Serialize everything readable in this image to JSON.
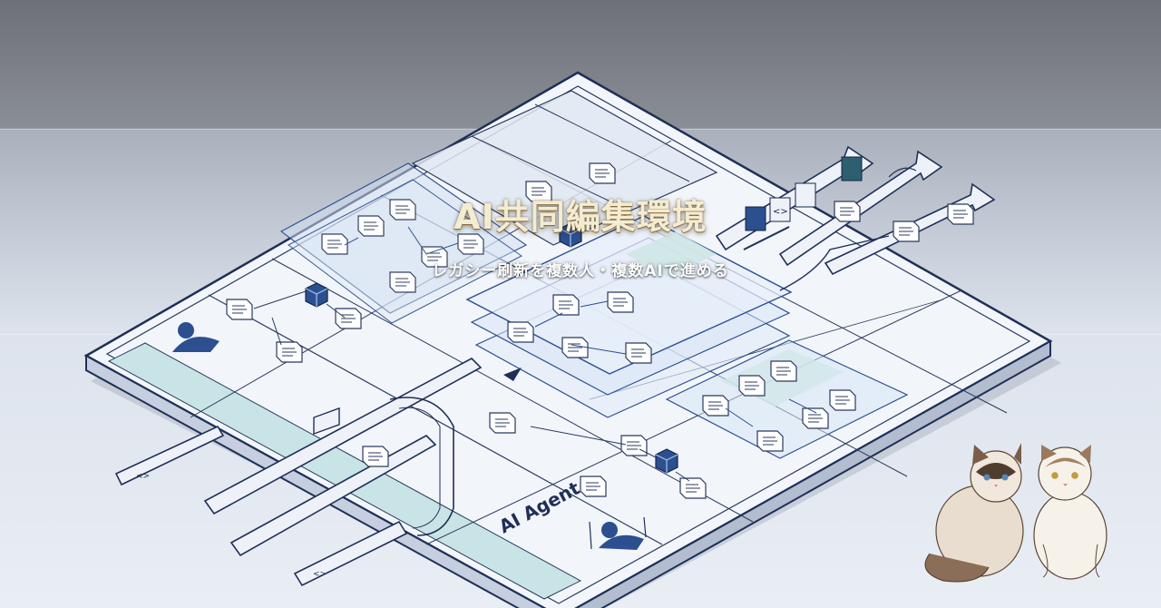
{
  "hero": {
    "title": "AI共同編集環境",
    "subtitle": "レガシー刷新を複数人・複数AIで進める"
  },
  "illustration": {
    "board_label": "AI Agent",
    "icons": [
      "person-icon",
      "document-icon",
      "cube-icon",
      "code-icon",
      "arrow-icon",
      "play-icon"
    ],
    "colors": {
      "navy": "#1f2f56",
      "blue": "#2c4f8f",
      "teal": "#b9dbe0",
      "panel": "#eef2f8"
    }
  }
}
